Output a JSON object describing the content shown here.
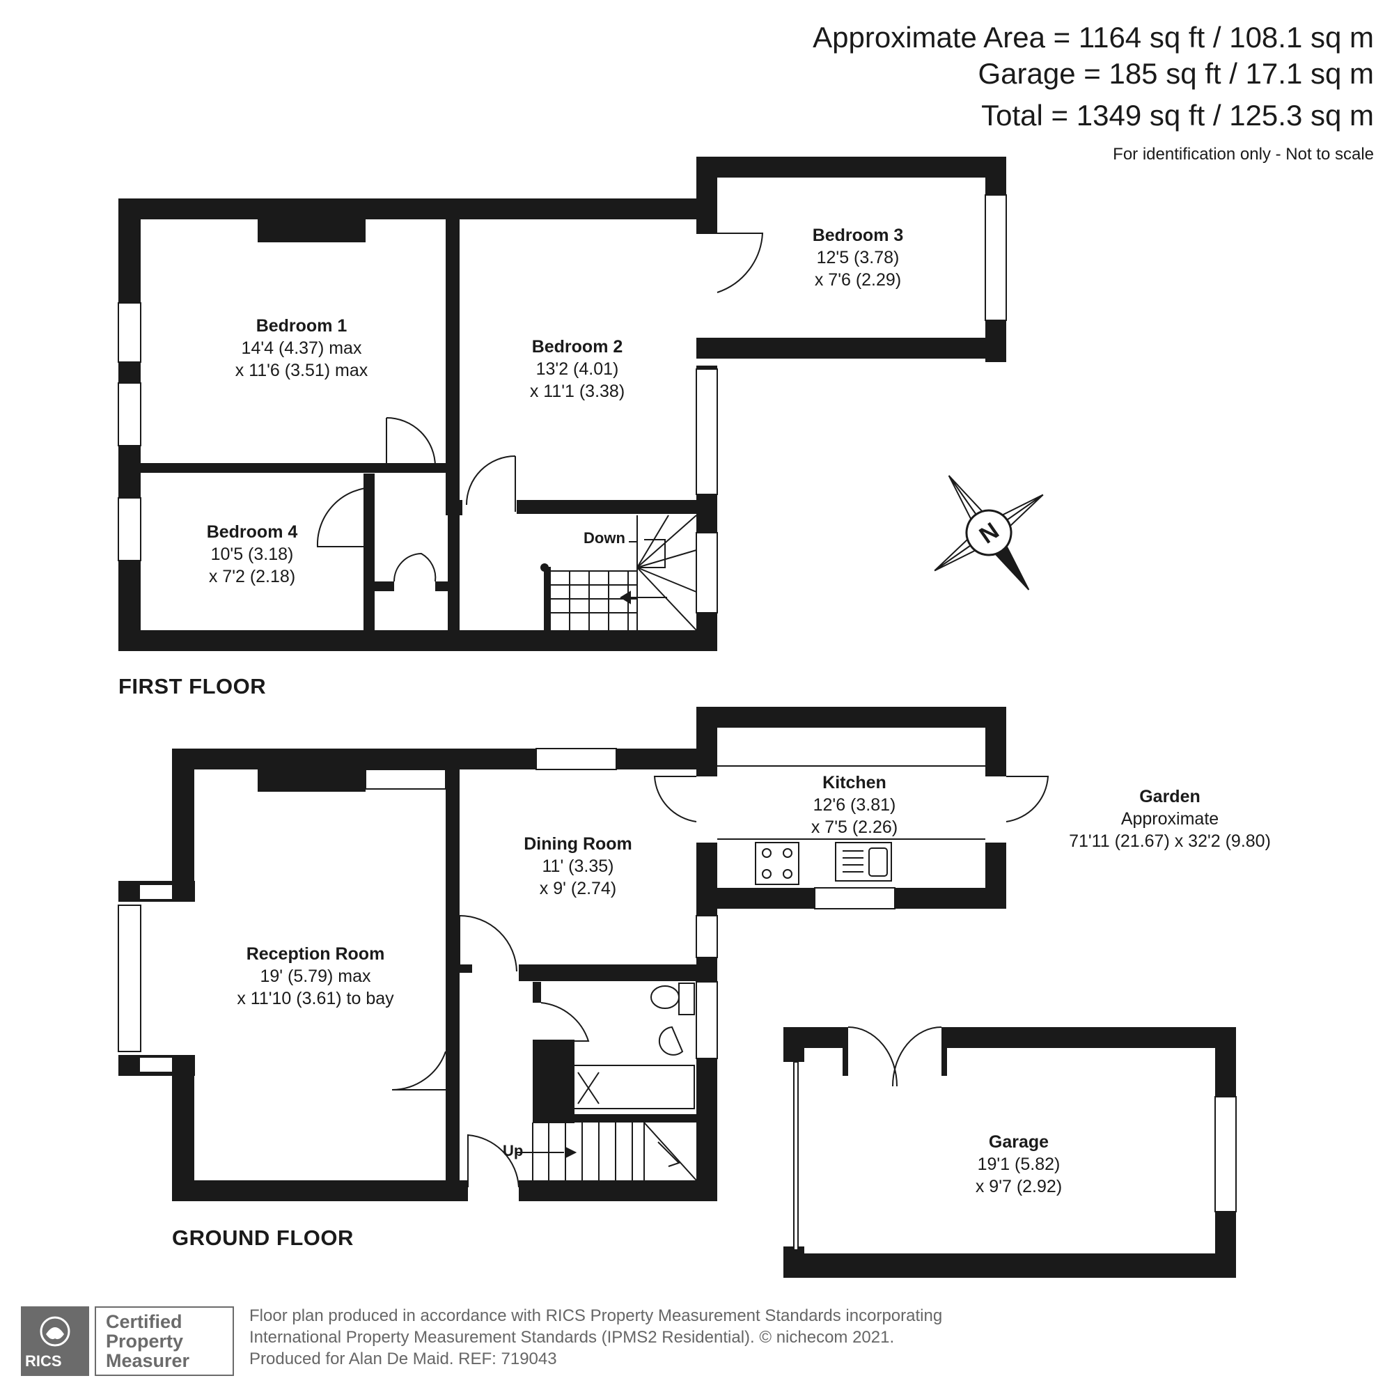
{
  "header": {
    "approximate_area": "Approximate Area = 1164 sq ft / 108.1 sq m",
    "garage_area": "Garage = 185 sq ft / 17.1 sq m",
    "total_area": "Total = 1349 sq ft / 125.3 sq m",
    "scale_note": "For identification only - Not to scale"
  },
  "floors": {
    "first": "FIRST FLOOR",
    "ground": "GROUND FLOOR"
  },
  "rooms": {
    "bedroom1": {
      "name": "Bedroom 1",
      "dim1": "14'4 (4.37) max",
      "dim2": "x 11'6 (3.51) max"
    },
    "bedroom2": {
      "name": "Bedroom 2",
      "dim1": "13'2 (4.01)",
      "dim2": "x 11'1 (3.38)"
    },
    "bedroom3": {
      "name": "Bedroom 3",
      "dim1": "12'5 (3.78)",
      "dim2": "x 7'6 (2.29)"
    },
    "bedroom4": {
      "name": "Bedroom 4",
      "dim1": "10'5 (3.18)",
      "dim2": "x 7'2 (2.18)"
    },
    "kitchen": {
      "name": "Kitchen",
      "dim1": "12'6 (3.81)",
      "dim2": "x 7'5 (2.26)"
    },
    "dining": {
      "name": "Dining Room",
      "dim1": "11' (3.35)",
      "dim2": "x 9' (2.74)"
    },
    "reception": {
      "name": "Reception Room",
      "dim1": "19' (5.79) max",
      "dim2": "x 11'10 (3.61) to bay"
    },
    "garage": {
      "name": "Garage",
      "dim1": "19'1 (5.82)",
      "dim2": "x 9'7 (2.92)"
    },
    "garden": {
      "name": "Garden",
      "dim1": "Approximate",
      "dim2": "71'11 (21.67) x 32'2 (9.80)"
    }
  },
  "stairs": {
    "down": "Down",
    "up": "Up"
  },
  "compass": {
    "letter": "N"
  },
  "footer": {
    "line1": "Floor plan produced in accordance with RICS Property Measurement Standards incorporating",
    "line2": "International Property Measurement Standards (IPMS2 Residential).   © nichecom 2021.",
    "line3": "Produced for Alan De Maid.   REF: 719043"
  },
  "badge": {
    "logo_word": "RICS",
    "line1": "Certified",
    "line2": "Property",
    "line3": "Measurer"
  },
  "colors": {
    "wall": "#1a1a1a",
    "footer_gray": "#666666",
    "badge_gray": "#6b6b6b"
  }
}
